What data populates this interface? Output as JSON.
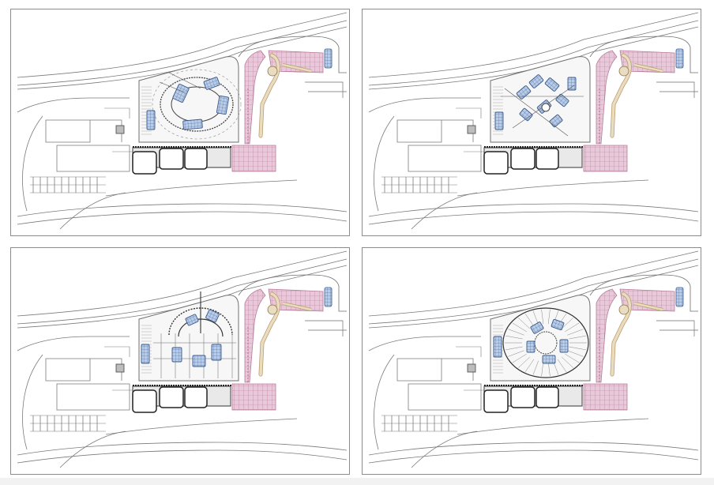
{
  "sheet": {
    "panels": [
      {
        "variant": "oval-ring"
      },
      {
        "variant": "diagonal-grid"
      },
      {
        "variant": "radial-fan"
      },
      {
        "variant": "concentric-core"
      }
    ]
  },
  "colors": {
    "linework": "#6f6f6f",
    "road": "#7a7a7a",
    "hatch_fill": "#e7c9d9",
    "hatch_line": "#b77a99",
    "building_fill": "#b9cce8",
    "building_line": "#3b5b8c",
    "walkway": "#eadcc0",
    "grey_block": "#cfcfcf",
    "dark_block": "#5a5a5a"
  }
}
